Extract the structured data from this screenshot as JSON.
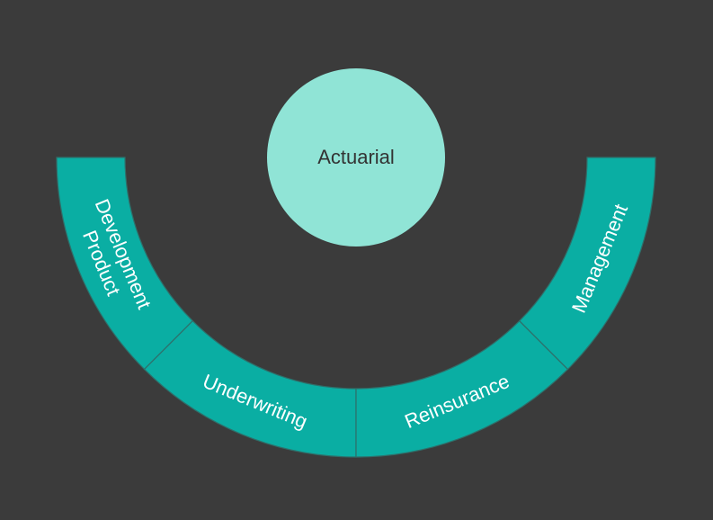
{
  "center": {
    "label": "Actuarial",
    "color": "#90e4d6"
  },
  "ring": {
    "color": "#0aaea3",
    "divider_color": "#2f6f6a",
    "segments": [
      {
        "id": "product-development",
        "lines": [
          "Product",
          "Development"
        ]
      },
      {
        "id": "underwriting",
        "lines": [
          "Underwriting"
        ]
      },
      {
        "id": "reinsurance",
        "lines": [
          "Reinsurance"
        ]
      },
      {
        "id": "management",
        "lines": [
          "Management"
        ]
      }
    ]
  },
  "background": "#3b3b3b"
}
